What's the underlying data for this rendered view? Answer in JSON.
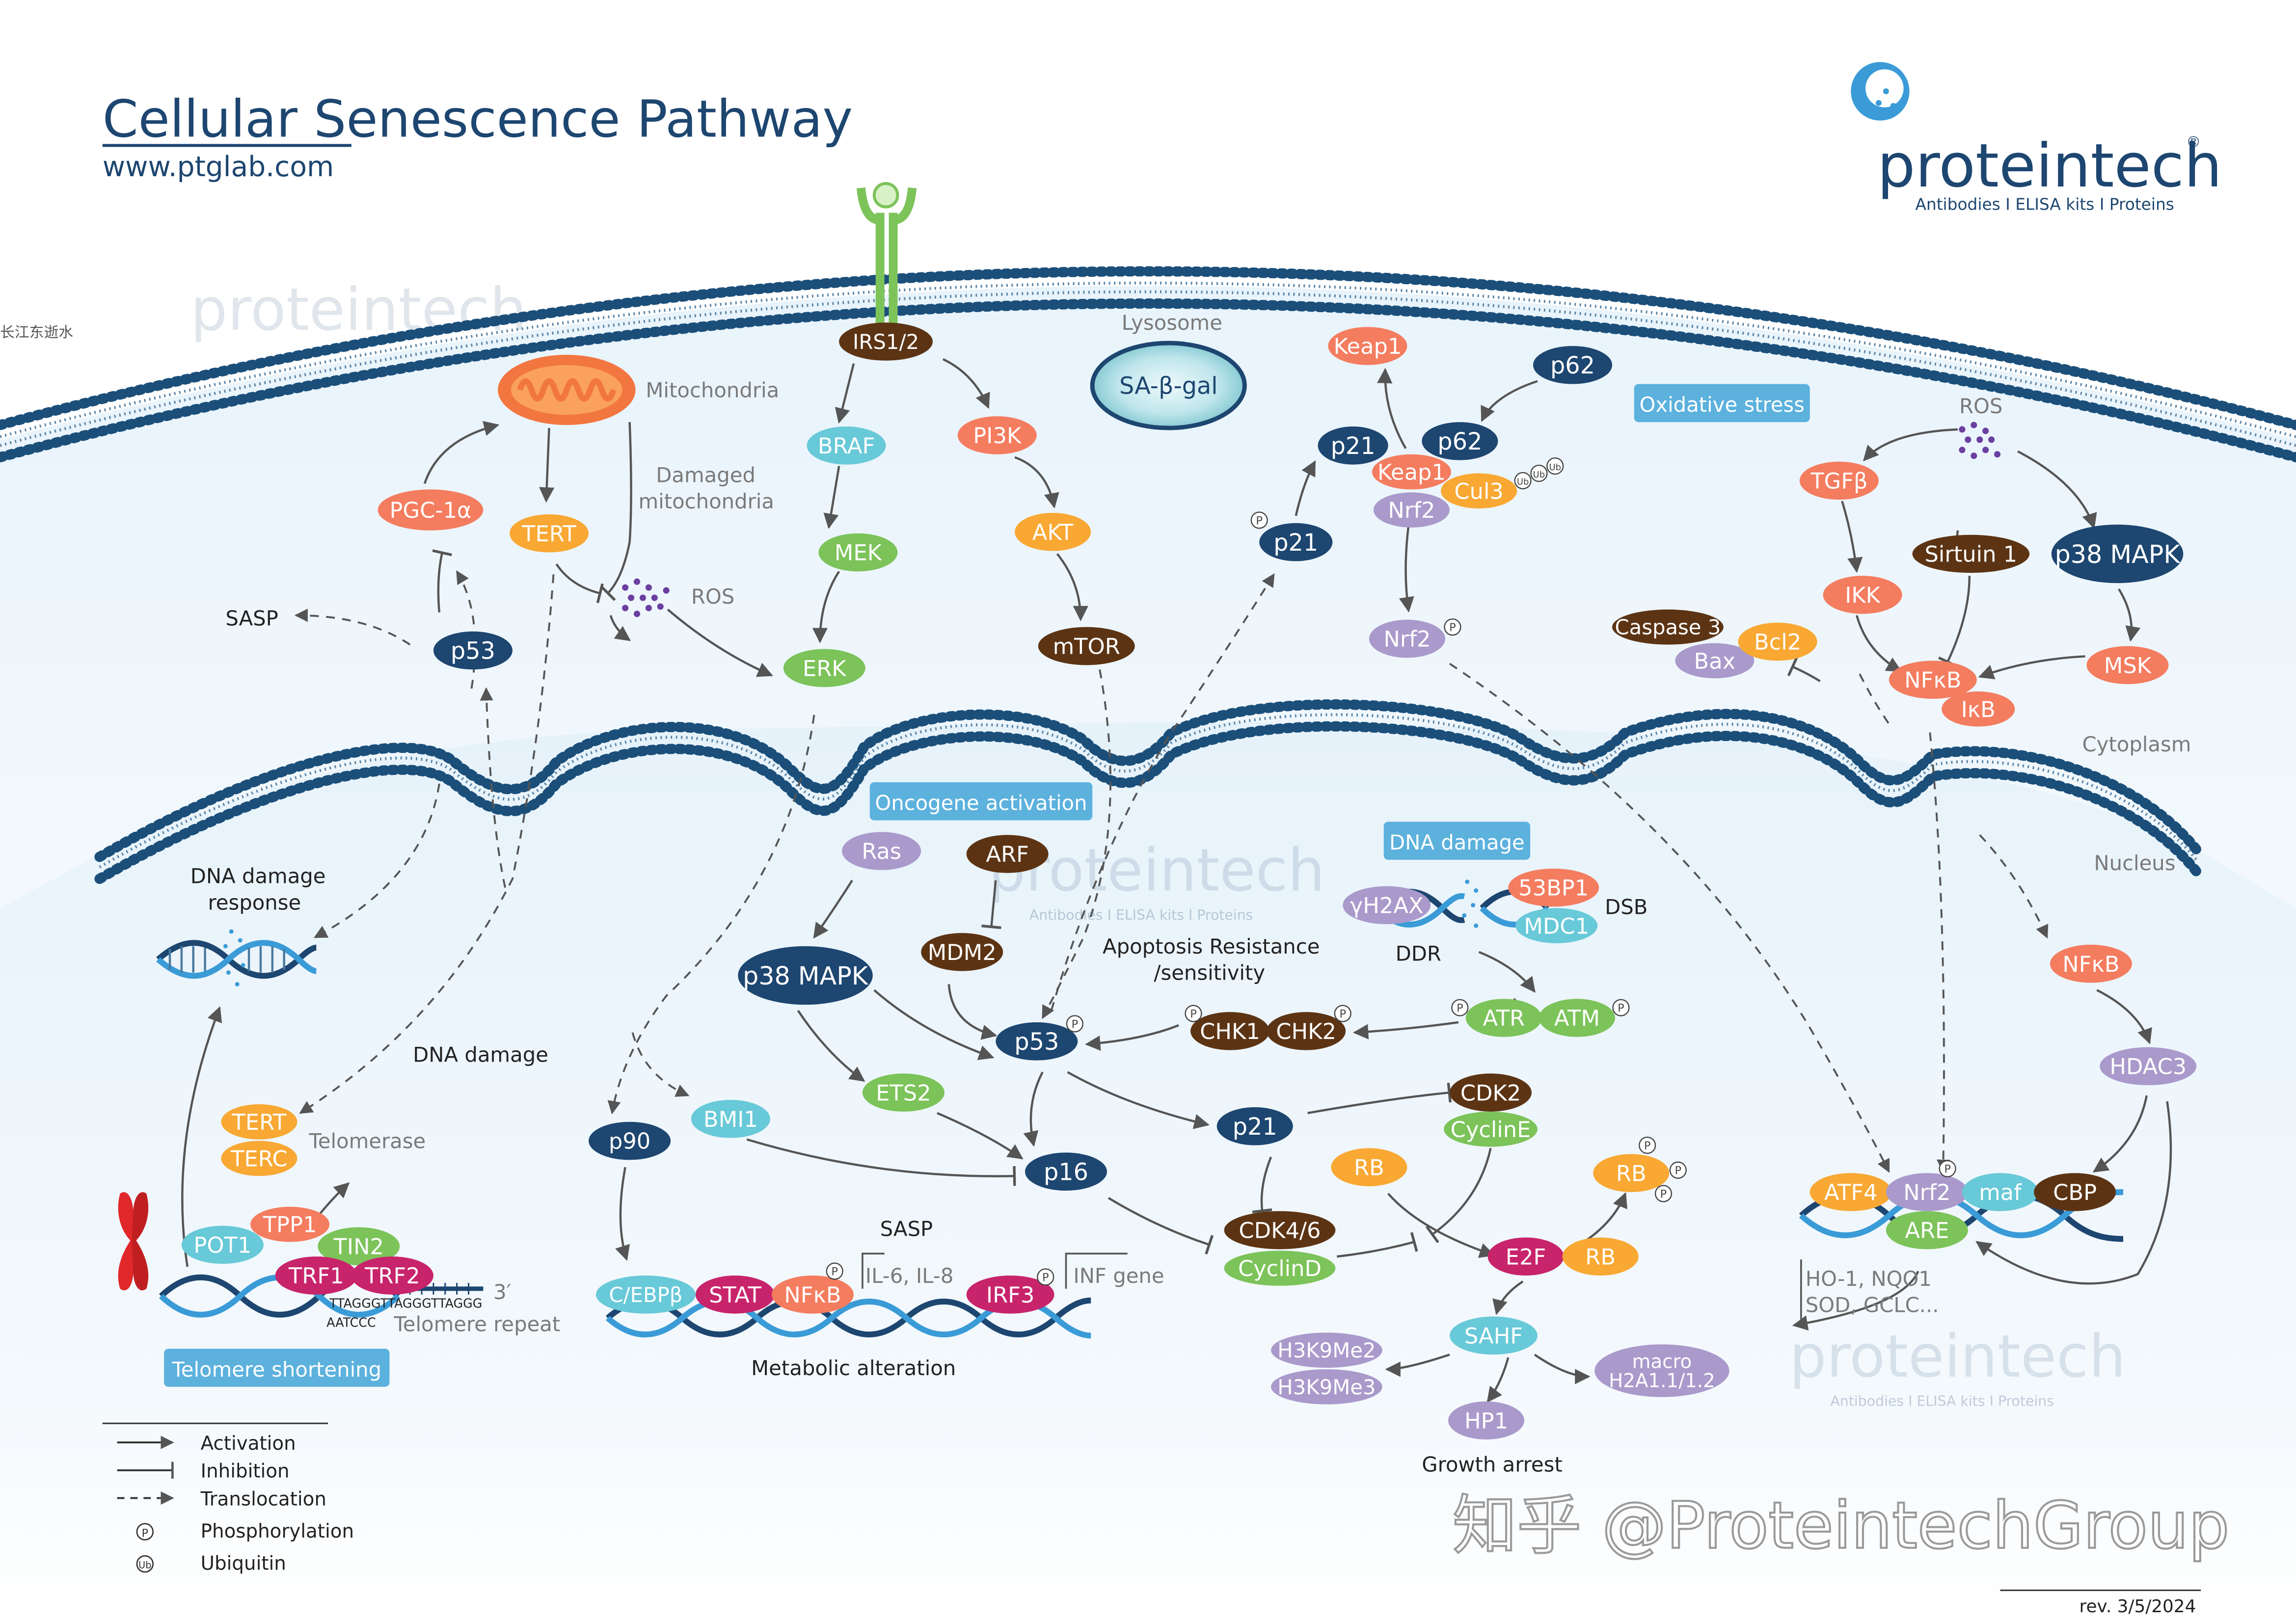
{
  "header": {
    "title": "Cellular Senescence Pathway",
    "url": "www.ptglab.com",
    "brand": "proteintech",
    "brand_tagline": "Antibodies  I  ELISA kits  I  Proteins",
    "revision": "rev. 3/5/2024",
    "watermark_left": "长江东逝水",
    "watermark_credit": "知乎 @ProteintechGroup"
  },
  "regions": {
    "cytoplasm": "Cytoplasm",
    "nucleus": "Nucleus",
    "lysosome": "Lysosome",
    "mitochondria": "Mitochondria",
    "damaged_mito": [
      "Damaged",
      "mitochondria"
    ]
  },
  "banners": {
    "oxidative": "Oxidative stress",
    "oncogene": "Oncogene activation",
    "dna_damage": "DNA damage",
    "telomere": "Telomere shortening"
  },
  "labels": {
    "sasp_left": "SASP",
    "ros_mito": "ROS",
    "ros_right": "ROS",
    "ddr_response": [
      "DNA damage",
      "response"
    ],
    "dna_damage_text": "DNA damage",
    "telomerase": "Telomerase",
    "telomere_repeat": "Telomere repeat",
    "tel_seq_top": "TTAGGGTTAGGGTTAGGG",
    "tel_seq_bottom": "AATCCC",
    "three_prime": "3′",
    "apoptosis": [
      "Apoptosis Resistance",
      "/sensitivity"
    ],
    "ddr": "DDR",
    "dsb": "DSB",
    "sasp_mid": "SASP",
    "il": "IL-6, IL-8",
    "inf": "INF gene",
    "metabolic": "Metabolic alteration",
    "growth_arrest": "Growth arrest",
    "ho1": [
      "HO-1, NQO1",
      "SOD, GCLC..."
    ]
  },
  "nodes": {
    "irs": "IRS1/2",
    "braf": "BRAF",
    "pi3k": "PI3K",
    "mek": "MEK",
    "akt": "AKT",
    "erk": "ERK",
    "mtor": "mTOR",
    "sabgal": "SA-β-gal",
    "keap1_top": "Keap1",
    "p62_top": "p62",
    "p21_cyto": "p21",
    "p62_mid": "p62",
    "keap1_mid": "Keap1",
    "cul3": "Cul3",
    "nrf2_cyto": "Nrf2",
    "p21_phos": "p21",
    "nrf2_p": "Nrf2",
    "tgfb": "TGFβ",
    "ikk": "IKK",
    "sirtuin": "Sirtuin 1",
    "p38_cyto": "p38 MAPK",
    "caspase": "Caspase 3",
    "bax": "Bax",
    "bcl2": "Bcl2",
    "nfkb_cyto": "NFκB",
    "ikb": "IκB",
    "msk": "MSK",
    "pgc": "PGC-1α",
    "tert_mito": "TERT",
    "p53_cyto": "p53",
    "ras": "Ras",
    "arf": "ARF",
    "p38_nuc": "p38 MAPK",
    "mdm2": "MDM2",
    "p53_nuc": "p53",
    "ets2": "ETS2",
    "p90": "p90",
    "bmi1": "BMI1",
    "p16": "p16",
    "yh2ax": "γH2AX",
    "bp1": "53BP1",
    "mdc1": "MDC1",
    "chk1": "CHK1",
    "chk2": "CHK2",
    "atr": "ATR",
    "atm": "ATM",
    "p21_nuc": "p21",
    "cdk2": "CDK2",
    "cycline": "CyclinE",
    "rb_left": "RB",
    "rb_p": "RB",
    "cdk46": "CDK4/6",
    "cyclind": "CyclinD",
    "e2f": "E2F",
    "rb_e2f": "RB",
    "sahf": "SAHF",
    "h3k9me2": "H3K9Me2",
    "h3k9me3": "H3K9Me3",
    "hp1": "HP1",
    "macro": "macro\nH2A1.1/1.2",
    "nfkb_nuc": "NFκB",
    "hdac3": "HDAC3",
    "atf4": "ATF4",
    "nrf2_nuc": "Nrf2",
    "maf": "maf",
    "cbp": "CBP",
    "are": "ARE",
    "tert_tel": "TERT",
    "terc": "TERC",
    "pot1": "POT1",
    "tpp1": "TPP1",
    "tin2": "TIN2",
    "trf1": "TRF1",
    "trf2": "TRF2",
    "cebpb": "C/EBPβ",
    "stat": "STAT",
    "nfkb_dna": "NFκB",
    "irf3": "IRF3"
  },
  "legend": {
    "activation": "Activation",
    "inhibition": "Inhibition",
    "translocation": "Translocation",
    "phosphorylation": "Phosphorylation",
    "ubiquitin": "Ubiquitin",
    "p_symbol": "P",
    "ub_symbol": "Ub"
  },
  "colors": {
    "navy": "#1d4670",
    "membrane": "#1b4f7a",
    "title": "#1d4670",
    "banner": "#5cb1dd",
    "green": "#7cc35a",
    "teal": "#68c9d8",
    "salmon": "#f47c5f",
    "orange": "#f8a833",
    "brown": "#5c3414",
    "lavender": "#a99acb",
    "magenta": "#c8246c",
    "red": "#e0282a"
  }
}
